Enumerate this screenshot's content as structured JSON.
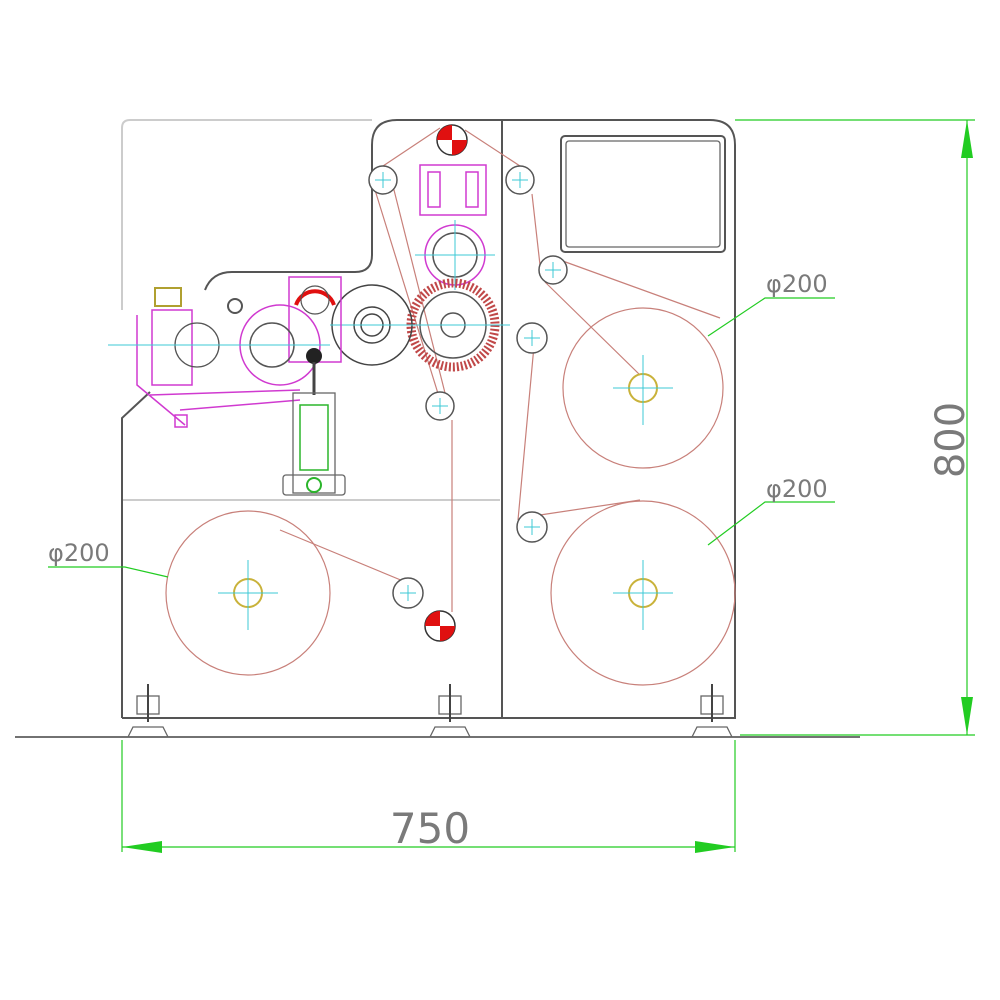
{
  "drawing": {
    "roll_labels": [
      "φ200",
      "φ200",
      "φ200"
    ],
    "height_dimension": "800",
    "width_dimension": "750"
  },
  "colors": {
    "frame": "#555555",
    "web": "#c8807a",
    "dimension": "#22cc22",
    "centerline": "#3cc9d6",
    "mechanism": "#d03ad0",
    "marker_red": "#e01010"
  }
}
